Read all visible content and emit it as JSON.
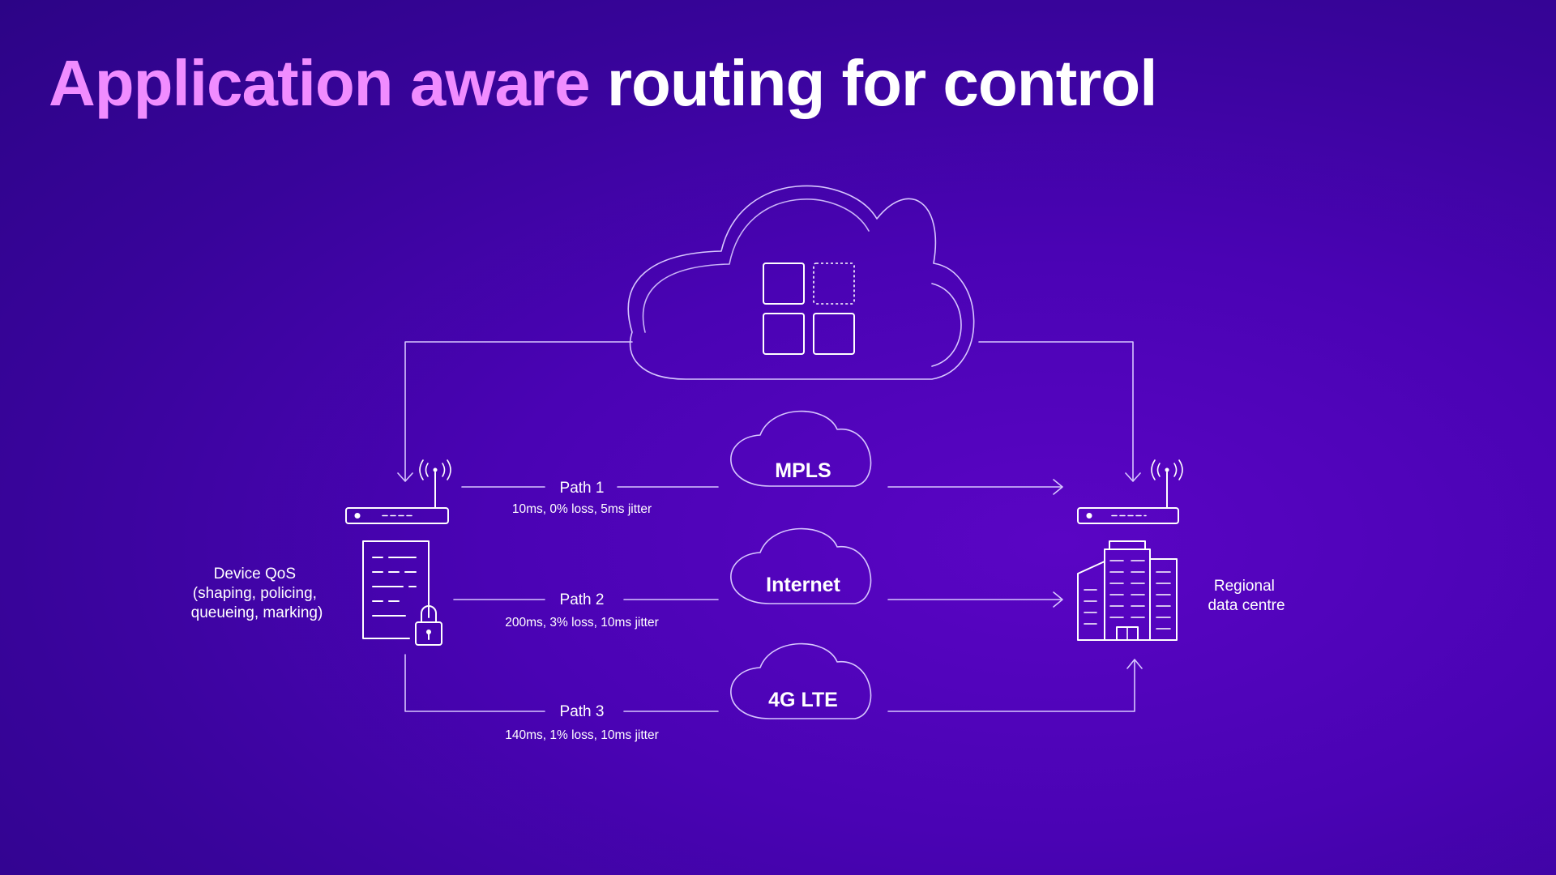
{
  "title": {
    "accent": "Application aware",
    "rest": " routing for control",
    "accent_color": "#f08cff"
  },
  "colors": {
    "background_start": "#2c0486",
    "background_end": "#5a05c4",
    "line": "#d7c6ff",
    "icon": "#ffffff"
  },
  "clouds": [
    {
      "label": "MPLS"
    },
    {
      "label": "Internet"
    },
    {
      "label": "4G LTE"
    }
  ],
  "paths": [
    {
      "label": "Path 1",
      "metrics": "10ms, 0% loss, 5ms jitter"
    },
    {
      "label": "Path 2",
      "metrics": "200ms, 3% loss, 10ms jitter"
    },
    {
      "label": "Path 3",
      "metrics": "140ms, 1% loss, 10ms jitter"
    }
  ],
  "left": {
    "label_lines": [
      "Device QoS",
      "(shaping, policing,",
      "queueing, marking)"
    ]
  },
  "right": {
    "label_lines": [
      "Regional",
      "data centre"
    ]
  },
  "icons": {
    "control_cloud": "cloud-icon",
    "apps": "app-grid-icon",
    "router": "wireless-router-icon",
    "policy": "document-lock-icon",
    "building": "office-building-icon"
  }
}
